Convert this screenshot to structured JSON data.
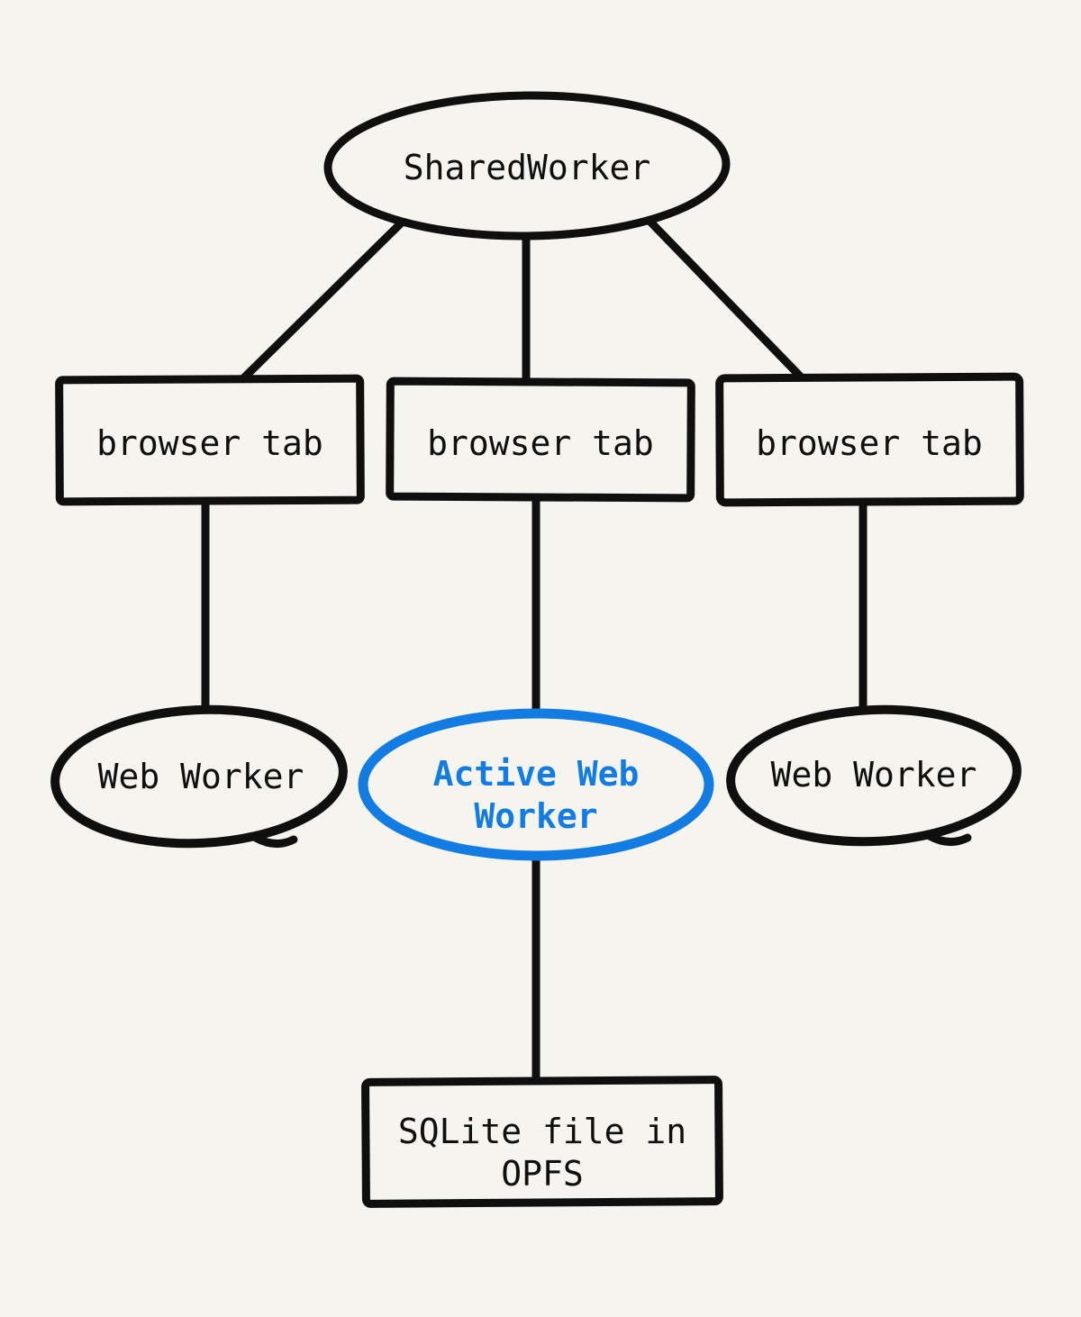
{
  "diagram": {
    "colors": {
      "background": "#f6f4ef",
      "ink": "#0f0f0e",
      "accent": "#127ce2"
    },
    "nodes": {
      "shared_worker": {
        "shape": "ellipse",
        "label": "SharedWorker"
      },
      "browser_tab_left": {
        "shape": "rect",
        "label": "browser tab"
      },
      "browser_tab_middle": {
        "shape": "rect",
        "label": "browser tab"
      },
      "browser_tab_right": {
        "shape": "rect",
        "label": "browser tab"
      },
      "web_worker_left": {
        "shape": "ellipse",
        "label": "Web Worker"
      },
      "active_web_worker": {
        "shape": "ellipse",
        "highlighted": true,
        "label_lines": [
          "Active Web",
          "Worker"
        ]
      },
      "web_worker_right": {
        "shape": "ellipse",
        "label": "Web Worker"
      },
      "sqlite_file": {
        "shape": "rect",
        "label_lines": [
          "SQLite file in",
          "OPFS"
        ]
      }
    },
    "edges": [
      {
        "from": "SharedWorker",
        "to": "browser tab (left)"
      },
      {
        "from": "SharedWorker",
        "to": "browser tab (middle)"
      },
      {
        "from": "SharedWorker",
        "to": "browser tab (right)"
      },
      {
        "from": "browser tab (left)",
        "to": "Web Worker (left)"
      },
      {
        "from": "browser tab (middle)",
        "to": "Active Web Worker"
      },
      {
        "from": "browser tab (right)",
        "to": "Web Worker (right)"
      },
      {
        "from": "Active Web Worker",
        "to": "SQLite file in OPFS"
      }
    ]
  }
}
